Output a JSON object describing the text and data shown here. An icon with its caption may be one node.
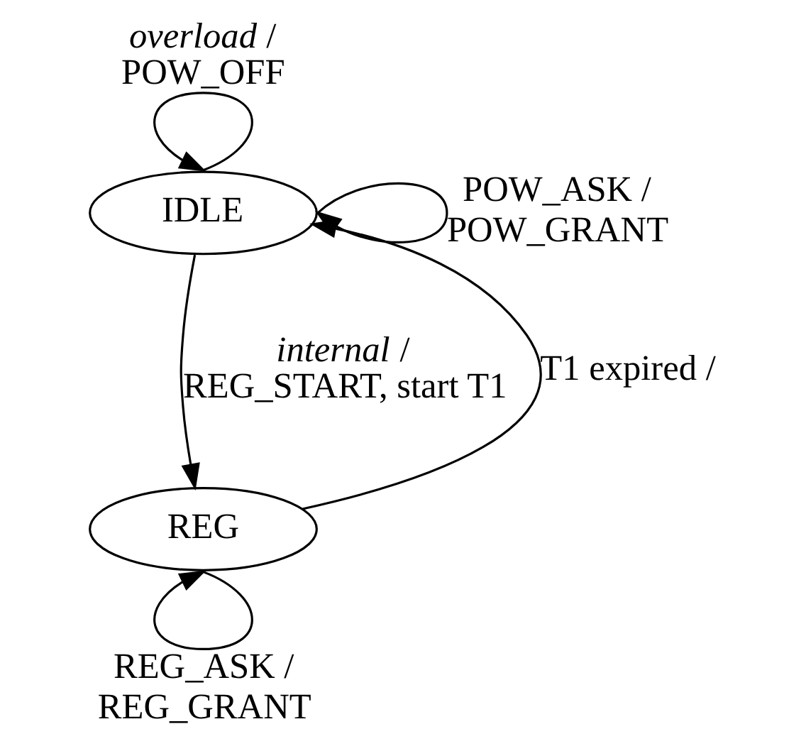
{
  "diagram": {
    "nodes": [
      {
        "text": [
          "IDLE"
        ]
      },
      {
        "text": [
          "REG"
        ]
      }
    ],
    "edges": [
      {
        "from": 0,
        "to": 0,
        "arrow": "to",
        "label": "*overload* / POW_OFF"
      },
      {
        "from": 0,
        "to": 0,
        "arrow": "to",
        "label": "POW_ASK / POW_GRANT"
      },
      {
        "from": 0,
        "to": 1,
        "arrow": "to",
        "label": "*internal* / REG_START, start T1"
      },
      {
        "from": 1,
        "to": 0,
        "arrow": "to",
        "label": "T1 expired /"
      },
      {
        "from": 1,
        "to": 1,
        "arrow": "to",
        "label": "REG_ASK / REG_GRANT"
      }
    ]
  }
}
